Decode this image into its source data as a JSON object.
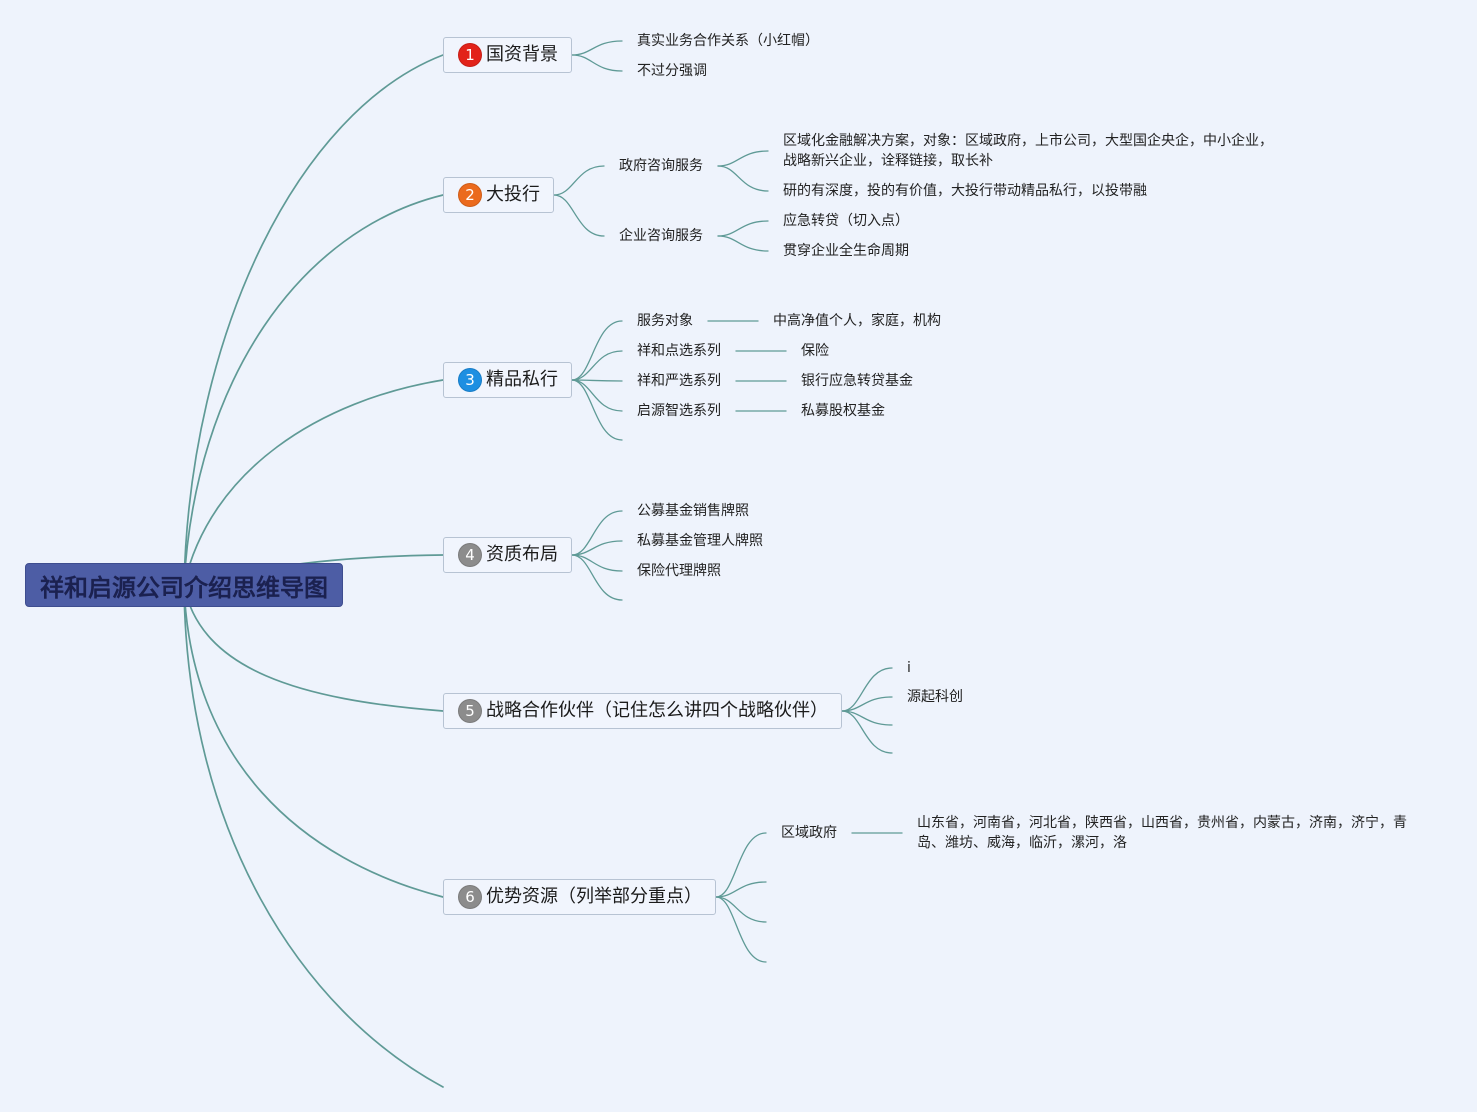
{
  "root": {
    "title": "祥和启源公司介绍思维导图"
  },
  "colors": {
    "background": "#eef3fc",
    "line": "#5f9a96",
    "root_fill": "#4d5da5",
    "root_text": "#1b2150",
    "topic_border": "#b7c3d3"
  },
  "branches": [
    {
      "badge": "1",
      "badge_color": "#e2231a",
      "title": "国资背景",
      "children": [
        {
          "title": "真实业务合作关系（小红帽）"
        },
        {
          "title": "不过分强调"
        }
      ]
    },
    {
      "badge": "2",
      "badge_color": "#eb6a1d",
      "title": "大投行",
      "children": [
        {
          "title": "政府咨询服务",
          "children": [
            {
              "title": "区域化金融解决方案，对象：区域政府，上市公司，大型国企央企，中小企业，战略新兴企业，诠释链接，取长补"
            },
            {
              "title": "研的有深度，投的有价值，大投行带动精品私行，以投带融"
            }
          ]
        },
        {
          "title": "企业咨询服务",
          "children": [
            {
              "title": "应急转贷（切入点）"
            },
            {
              "title": "贯穿企业全生命周期"
            }
          ]
        }
      ]
    },
    {
      "badge": "3",
      "badge_color": "#1d8fe2",
      "title": "精品私行",
      "children": [
        {
          "title": "服务对象",
          "children": [
            {
              "title": "中高净值个人，家庭，机构"
            }
          ]
        },
        {
          "title": "祥和点选系列",
          "children": [
            {
              "title": "保险"
            }
          ]
        },
        {
          "title": "祥和严选系列",
          "children": [
            {
              "title": "银行应急转贷基金"
            }
          ]
        },
        {
          "title": "启源智选系列",
          "children": [
            {
              "title": "私募股权基金"
            }
          ]
        },
        {
          "title": ""
        }
      ]
    },
    {
      "badge": "4",
      "badge_color": "#8c8c8c",
      "title": "资质布局",
      "children": [
        {
          "title": "公募基金销售牌照"
        },
        {
          "title": "私募基金管理人牌照"
        },
        {
          "title": "保险代理牌照"
        },
        {
          "title": ""
        }
      ]
    },
    {
      "badge": "5",
      "badge_color": "#8c8c8c",
      "title": "战略合作伙伴（记住怎么讲四个战略伙伴）",
      "children": [
        {
          "title": "i"
        },
        {
          "title": "源起科创"
        },
        {
          "title": ""
        },
        {
          "title": ""
        }
      ]
    },
    {
      "badge": "6",
      "badge_color": "#8c8c8c",
      "title": "优势资源（列举部分重点）",
      "children": [
        {
          "title": "区域政府",
          "children": [
            {
              "title": "山东省，河南省，河北省，陕西省，山西省，贵州省，内蒙古，济南，济宁，青岛、潍坊、威海，临沂，漯河，洛"
            }
          ]
        },
        {
          "title": ""
        },
        {
          "title": ""
        },
        {
          "title": ""
        }
      ]
    },
    {
      "title": ""
    }
  ]
}
